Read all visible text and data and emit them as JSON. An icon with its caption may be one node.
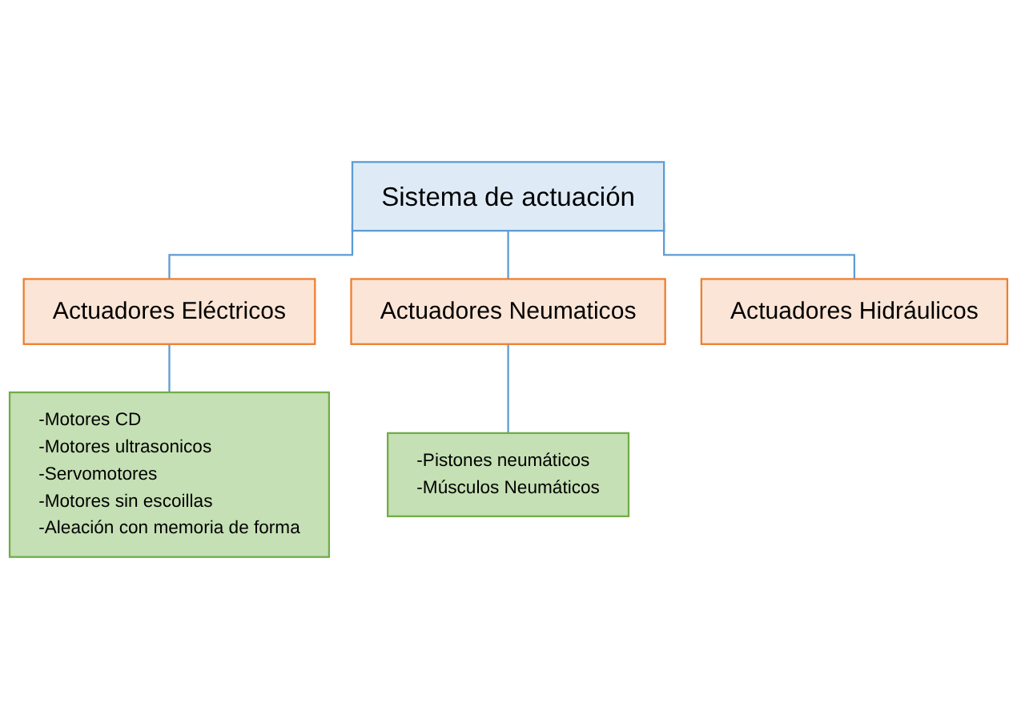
{
  "diagram": {
    "nodes": [
      {
        "text": [
          "Sistema de actuación"
        ]
      },
      {
        "text": [
          "Actuadores Eléctricos"
        ]
      },
      {
        "text": [
          "Actuadores Neumaticos"
        ]
      },
      {
        "text": [
          "Actuadores Hidráulicos"
        ]
      },
      {
        "text": [
          "-Motores CD",
          "-Motores ultrasonicos",
          "-Servomotores",
          "-Motores sin escoillas",
          "-Aleación con memoria de forma"
        ]
      },
      {
        "text": [
          "-Pistones neumáticos",
          "-Músculos Neumáticos"
        ]
      }
    ],
    "edges": [
      {
        "from": 0,
        "to": 1,
        "arrow": "none"
      },
      {
        "from": 0,
        "to": 2,
        "arrow": "none"
      },
      {
        "from": 0,
        "to": 3,
        "arrow": "none"
      },
      {
        "from": 1,
        "to": 4,
        "arrow": "none"
      },
      {
        "from": 2,
        "to": 5,
        "arrow": "none"
      }
    ]
  }
}
